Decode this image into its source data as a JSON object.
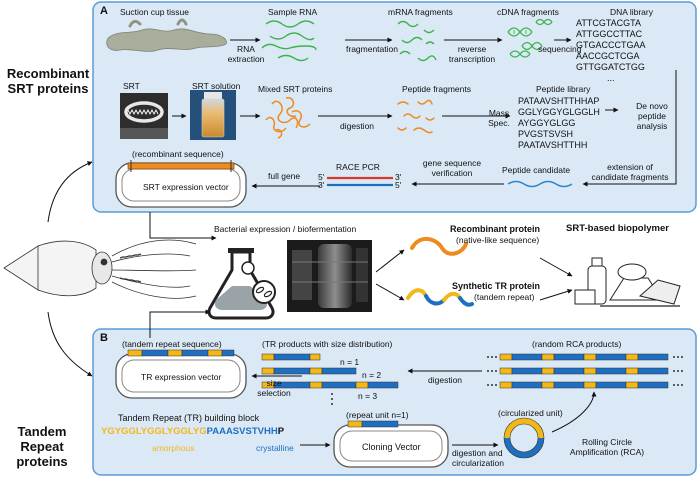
{
  "left": {
    "recombinant": [
      "Recombinant",
      "SRT proteins"
    ],
    "tandem": [
      "Tandem",
      "Repeat",
      "proteins"
    ]
  },
  "panelA": {
    "label": "A",
    "suction_cup": "Suction cup tissue",
    "sample_rna": "Sample RNA",
    "rna_extraction": [
      "RNA",
      "extraction"
    ],
    "mrna_fragments": "mRNA fragments",
    "fragmentation": "fragmentation",
    "cdna_fragments": "cDNA fragments",
    "reverse_transcription": [
      "reverse",
      "transcription"
    ],
    "sequencing": "sequencing",
    "dna_library_title": "DNA library",
    "dna_library": [
      "ATTCGTACGTA",
      "ATTGGCCTTAC",
      "GTGACCCTGAA",
      "AACCGCTCGA",
      "GTTGGATCTGG",
      "..."
    ],
    "srt": "SRT",
    "srt_solution": "SRT solution",
    "mixed_srt": "Mixed SRT proteins",
    "digestion": "digestion",
    "peptide_fragments": "Peptide fragments",
    "mass_spec": [
      "Mass",
      "Spec."
    ],
    "peptide_library_title": "Peptide library",
    "peptide_library": [
      "PATAAVSHTTHHAP",
      "GGLYGGYGLGGLH",
      "AYGGYGLGG",
      "PVGSTSVSH",
      "PAATAVSHTTHH"
    ],
    "de_novo": [
      "De novo",
      "peptide",
      "analysis"
    ],
    "recombinant_sequence": "(recombinant sequence)",
    "full_gene": "full gene",
    "race_pcr": "RACE PCR",
    "five_prime": "5'",
    "three_prime": "3'",
    "gene_verification": [
      "gene sequence",
      "verification"
    ],
    "peptide_candidate": "Peptide candidate",
    "extension": [
      "extension of",
      "candidate fragments"
    ],
    "srt_vector": "SRT expression vector"
  },
  "middle": {
    "bacterial": "Bacterial expression / biofermentation",
    "recombinant_protein": "Recombinant protein",
    "native_like": "(native-like sequence)",
    "synthetic_tr": "Synthetic TR protein",
    "tandem_repeat": "(tandem repeat)",
    "srt_biopolymer": "SRT-based biopolymer"
  },
  "panelB": {
    "label": "B",
    "tandem_repeat_sequence": "(tandem repeat sequence)",
    "tr_vector": "TR expression vector",
    "tr_products": "(TR products with size distribution)",
    "n1": "n = 1",
    "n2": "n = 2",
    "n3": "n = 3",
    "size_selection": [
      "size",
      "selection"
    ],
    "digestion": "digestion",
    "random_rca": "(random RCA products)",
    "building_block": "Tandem Repeat (TR) building block",
    "seq_yellow": "YGYGGLYGGLYGGLYG",
    "seq_blue": "PAAASVSTVHH",
    "seq_end": "P",
    "amorphous": "amorphous",
    "crystalline": "crystalline",
    "repeat_unit": "(repeat unit n=1)",
    "cloning_vector": "Cloning Vector",
    "digestion_circ": [
      "digestion and",
      "circularization"
    ],
    "circularized": "(circularized unit)",
    "rca": [
      "Rolling Circle",
      "Amplification (RCA)"
    ]
  },
  "colors": {
    "panel_bg": "#dbe9f7",
    "panel_border": "#5b9bd5",
    "yellow": "#f2b718",
    "blue": "#1f6fc1",
    "orange": "#ef8a1f",
    "green": "#3db34a",
    "red": "#d9392b"
  }
}
